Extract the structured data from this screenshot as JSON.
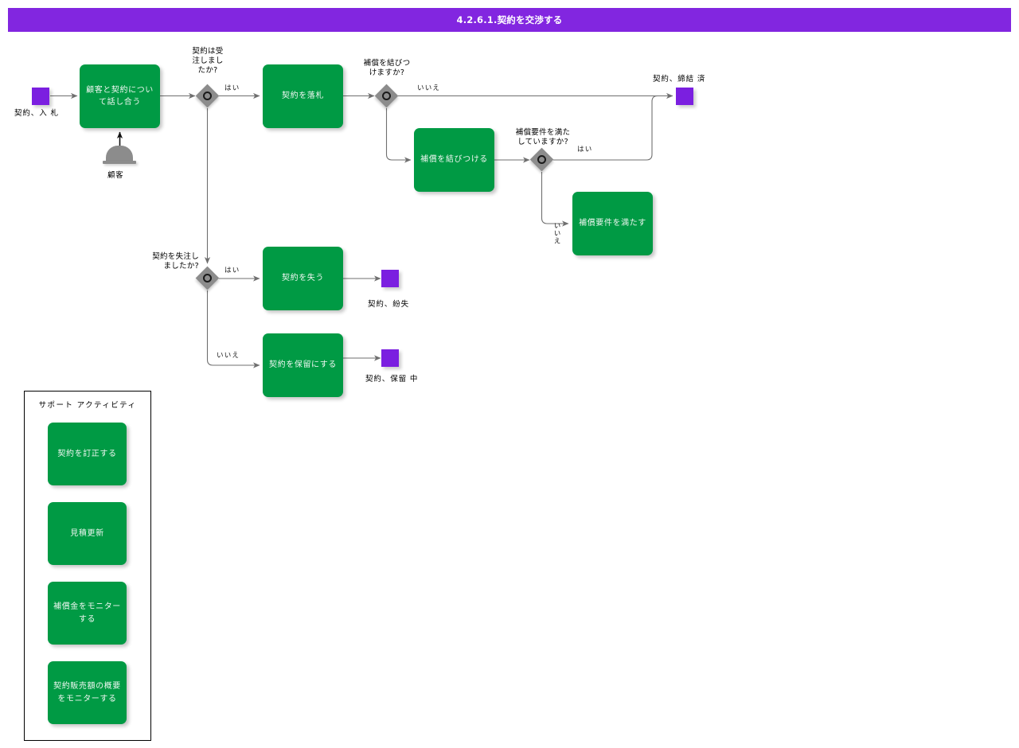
{
  "header": {
    "title": "4.2.6.1.契約を交渉する",
    "bar_color": "#8226e0"
  },
  "palette": {
    "activity_green": "#009a44",
    "terminator_purple": "#7b1fe0",
    "gateway_gray": "#8c8c8c",
    "connector_gray": "#6f6f6f",
    "actor_gray": "#8c8c8c"
  },
  "terminators": [
    {
      "id": "start-contract-bid",
      "label": "契約、入 札"
    },
    {
      "id": "end-contract-concluded",
      "label": "契約、締結 済"
    },
    {
      "id": "end-contract-lost",
      "label": "契約、紛失"
    },
    {
      "id": "end-contract-on-hold",
      "label": "契約、保留 中"
    }
  ],
  "activities": [
    {
      "id": "discuss-contract-with-customer",
      "label": "顧客と契約について話し合う"
    },
    {
      "id": "win-contract",
      "label": "契約を落札"
    },
    {
      "id": "link-compensation",
      "label": "補償を結びつける"
    },
    {
      "id": "meet-compensation-requirements",
      "label": "補償要件を満たす"
    },
    {
      "id": "lose-contract",
      "label": "契約を失う"
    },
    {
      "id": "hold-contract",
      "label": "契約を保留にする"
    }
  ],
  "gateways": [
    {
      "id": "gw-contract-ordered",
      "question": "契約は受\n注しまし\nたか?"
    },
    {
      "id": "gw-link-compensation",
      "question": "補償を結びつ\nけますか?"
    },
    {
      "id": "gw-compensation-requirements-met",
      "question": "補償要件を満た\nしていますか?"
    },
    {
      "id": "gw-contract-lost",
      "question": "契約を失注し\nましたか?"
    }
  ],
  "edge_labels": {
    "ordered_yes": "はい",
    "link_comp_no": "いいえ",
    "comp_req_yes": "はい",
    "comp_req_no": "いいえ",
    "lost_yes": "はい",
    "lost_no": "いいえ"
  },
  "actor": {
    "id": "customer-actor",
    "label": "顧客"
  },
  "support": {
    "title": "サポート アクティビティ",
    "items": [
      {
        "id": "amend-contract",
        "label": "契約を訂正する"
      },
      {
        "id": "update-quote",
        "label": "見積更新"
      },
      {
        "id": "monitor-compensation",
        "label": "補償金をモニターする"
      },
      {
        "id": "monitor-contract-sales-summary",
        "label": "契約販売額の概要をモニターする"
      }
    ]
  }
}
